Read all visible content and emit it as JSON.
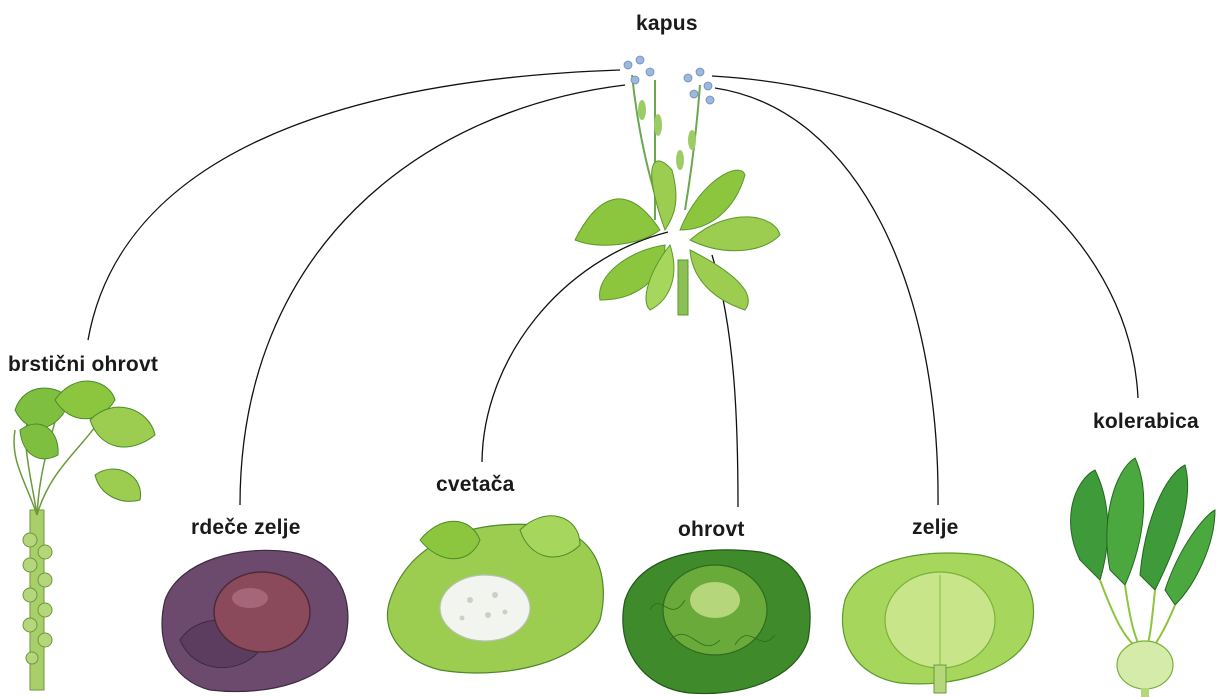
{
  "root": {
    "label": "kapus"
  },
  "children": [
    {
      "id": "brussels",
      "label": "brstični ohrovt"
    },
    {
      "id": "red-cabbage",
      "label": "rdeče zelje"
    },
    {
      "id": "cauliflower",
      "label": "cvetača"
    },
    {
      "id": "savoy",
      "label": "ohrovt"
    },
    {
      "id": "cabbage",
      "label": "zelje"
    },
    {
      "id": "kohlrabi",
      "label": "kolerabica"
    }
  ],
  "colors": {
    "leaf": "#8cc63f",
    "leaf_dark": "#4e9a2a",
    "leaf_light": "#c9e58a",
    "red_cabbage": "#6b4a6e",
    "red_cabbage_head": "#8a4a5c",
    "cauliflower_curd": "#f2f4f0",
    "savoy": "#3f8a2a",
    "flower": "#9fb7d9",
    "line": "#111111"
  }
}
